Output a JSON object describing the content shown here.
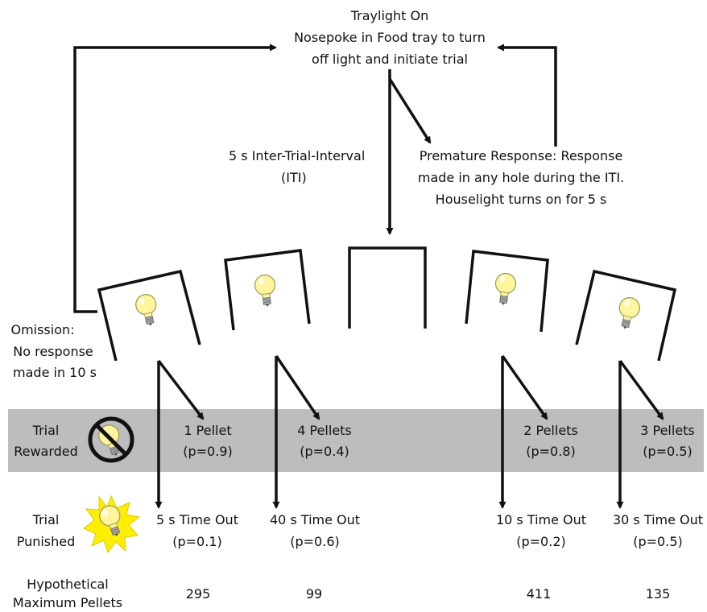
{
  "top": {
    "line1": "Traylight On",
    "line2": "Nosepoke in Food tray to turn",
    "line3": "off light and initiate trial"
  },
  "iti": {
    "line1": "5 s Inter-Trial-Interval",
    "line2": "(ITI)"
  },
  "premature": {
    "line1": "Premature Response: Response",
    "line2": "made in any hole during the ITI.",
    "line3": "Houselight turns on for 5 s"
  },
  "omission": {
    "line1": "Omission:",
    "line2": "No response",
    "line3": "made in 10 s"
  },
  "rows": {
    "rewarded": {
      "line1": "Trial",
      "line2": "Rewarded"
    },
    "punished": {
      "line1": "Trial",
      "line2": "Punished"
    },
    "maximum": {
      "line1": "Hypothetical",
      "line2": "Maximum Pellets"
    }
  },
  "options": [
    {
      "reward": "1 Pellet",
      "reward_p": "(p=0.9)",
      "punish": "5 s Time Out",
      "punish_p": "(p=0.1)",
      "max": "295"
    },
    {
      "reward": "4 Pellets",
      "reward_p": "(p=0.4)",
      "punish": "40 s Time Out",
      "punish_p": "(p=0.6)",
      "max": "99"
    },
    {
      "reward": "2 Pellets",
      "reward_p": "(p=0.8)",
      "punish": "10 s Time Out",
      "punish_p": "(p=0.2)",
      "max": "411"
    },
    {
      "reward": "3 Pellets",
      "reward_p": "(p=0.5)",
      "punish": "30 s Time Out",
      "punish_p": "(p=0.5)",
      "max": "135"
    }
  ],
  "colors": {
    "band": "#bdbdbd",
    "bulb": "#fff59d",
    "bulb_outline": "#9e9e60",
    "burst": "#ffee00",
    "prohibit": "#111111"
  }
}
